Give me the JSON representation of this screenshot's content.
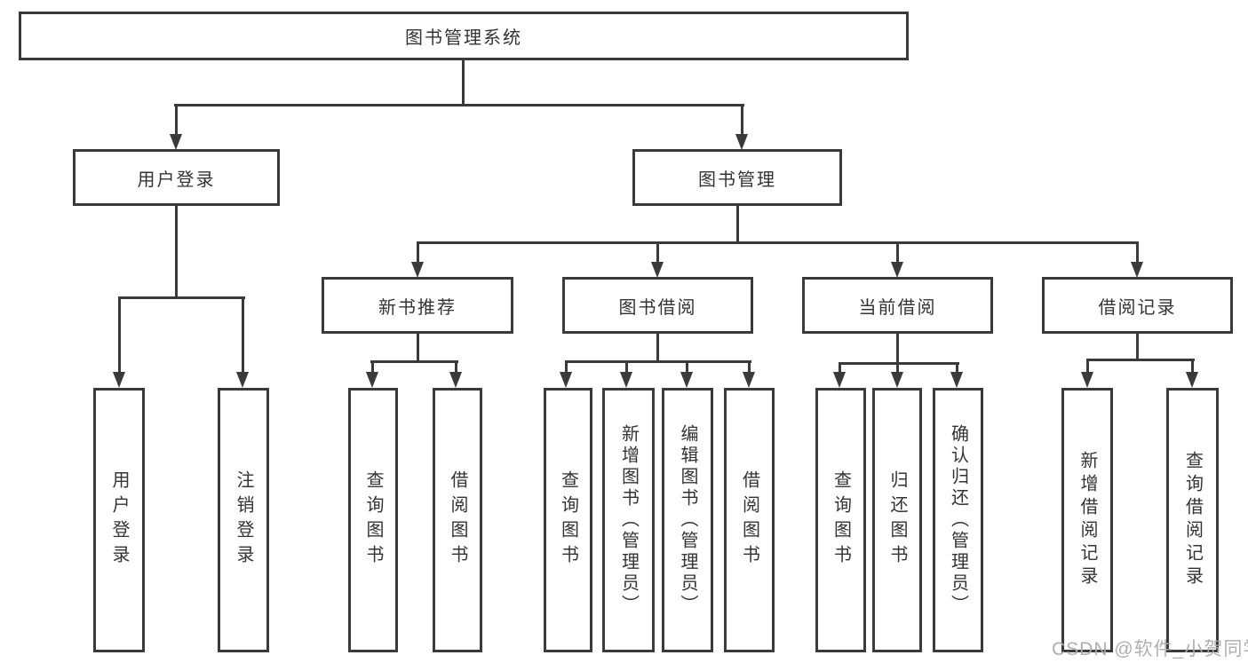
{
  "diagram": {
    "root": {
      "label": "图书管理系统"
    },
    "level2": [
      {
        "label": "用户登录"
      },
      {
        "label": "图书管理"
      }
    ],
    "level3": [
      {
        "label": "新书推荐"
      },
      {
        "label": "图书借阅"
      },
      {
        "label": "当前借阅"
      },
      {
        "label": "借阅记录"
      }
    ],
    "leaves": [
      {
        "label": "用户登录"
      },
      {
        "label": "注销登录"
      },
      {
        "label": "查询图书"
      },
      {
        "label": "借阅图书"
      },
      {
        "label": "查询图书"
      },
      {
        "label": "新增图书（管理员）"
      },
      {
        "label": "编辑图书（管理员）"
      },
      {
        "label": "借阅图书"
      },
      {
        "label": "查询图书"
      },
      {
        "label": "归还图书"
      },
      {
        "label": "确认归还（管理员）"
      },
      {
        "label": "新增借阅记录"
      },
      {
        "label": "查询借阅记录"
      }
    ],
    "watermark": "CSDN @软件_小贺同学",
    "colors": {
      "line": "#3a3a3a",
      "text": "#333333",
      "background": "#ffffff",
      "watermark": "#ababab"
    }
  }
}
